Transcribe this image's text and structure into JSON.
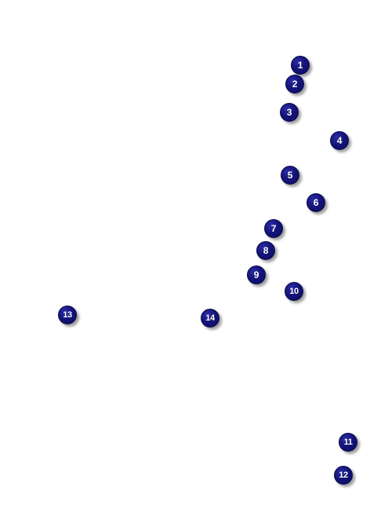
{
  "markers": [
    {
      "label": "1"
    },
    {
      "label": "2"
    },
    {
      "label": "3"
    },
    {
      "label": "4"
    },
    {
      "label": "5"
    },
    {
      "label": "6"
    },
    {
      "label": "7"
    },
    {
      "label": "8"
    },
    {
      "label": "9"
    },
    {
      "label": "10"
    },
    {
      "label": "11"
    },
    {
      "label": "12"
    },
    {
      "label": "13"
    },
    {
      "label": "14"
    }
  ],
  "colors": {
    "marker_fill": "#14147a",
    "marker_text": "#ffffff",
    "background": "#ffffff"
  }
}
